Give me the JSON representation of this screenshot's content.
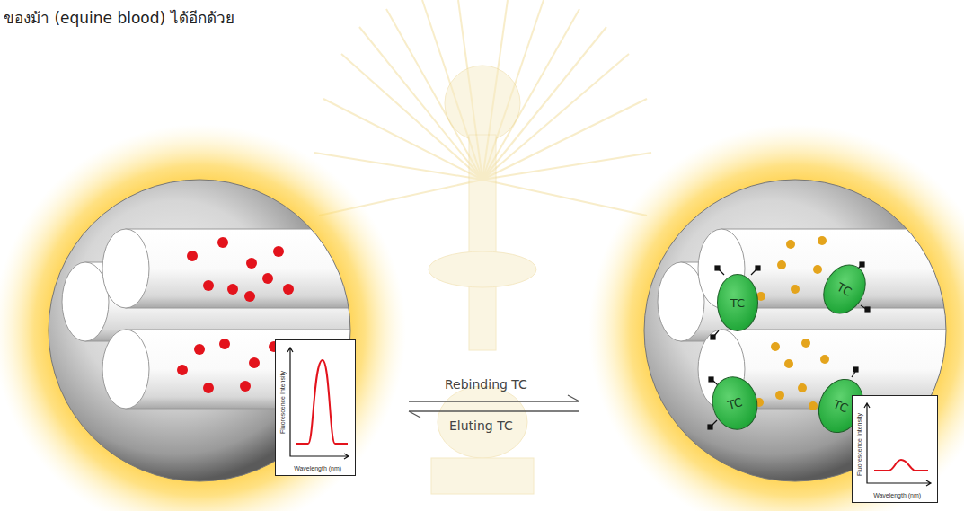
{
  "diagram": {
    "nodes": [
      {
        "text": [
          "Fluorescence Intensity",
          "Wavelength (nm)"
        ]
      },
      {
        "text": [
          "TC"
        ]
      },
      {
        "text": [
          "TC"
        ]
      },
      {
        "text": [
          "TC"
        ]
      },
      {
        "text": [
          "TC"
        ]
      },
      {
        "text": [
          "Fluorescence Intensity",
          "Wavelength (nm)"
        ]
      }
    ],
    "labels": [
      "ของม้า (equine blood) ได้อีกด้วย",
      "Rebinding TC",
      "Eluting TC"
    ]
  }
}
